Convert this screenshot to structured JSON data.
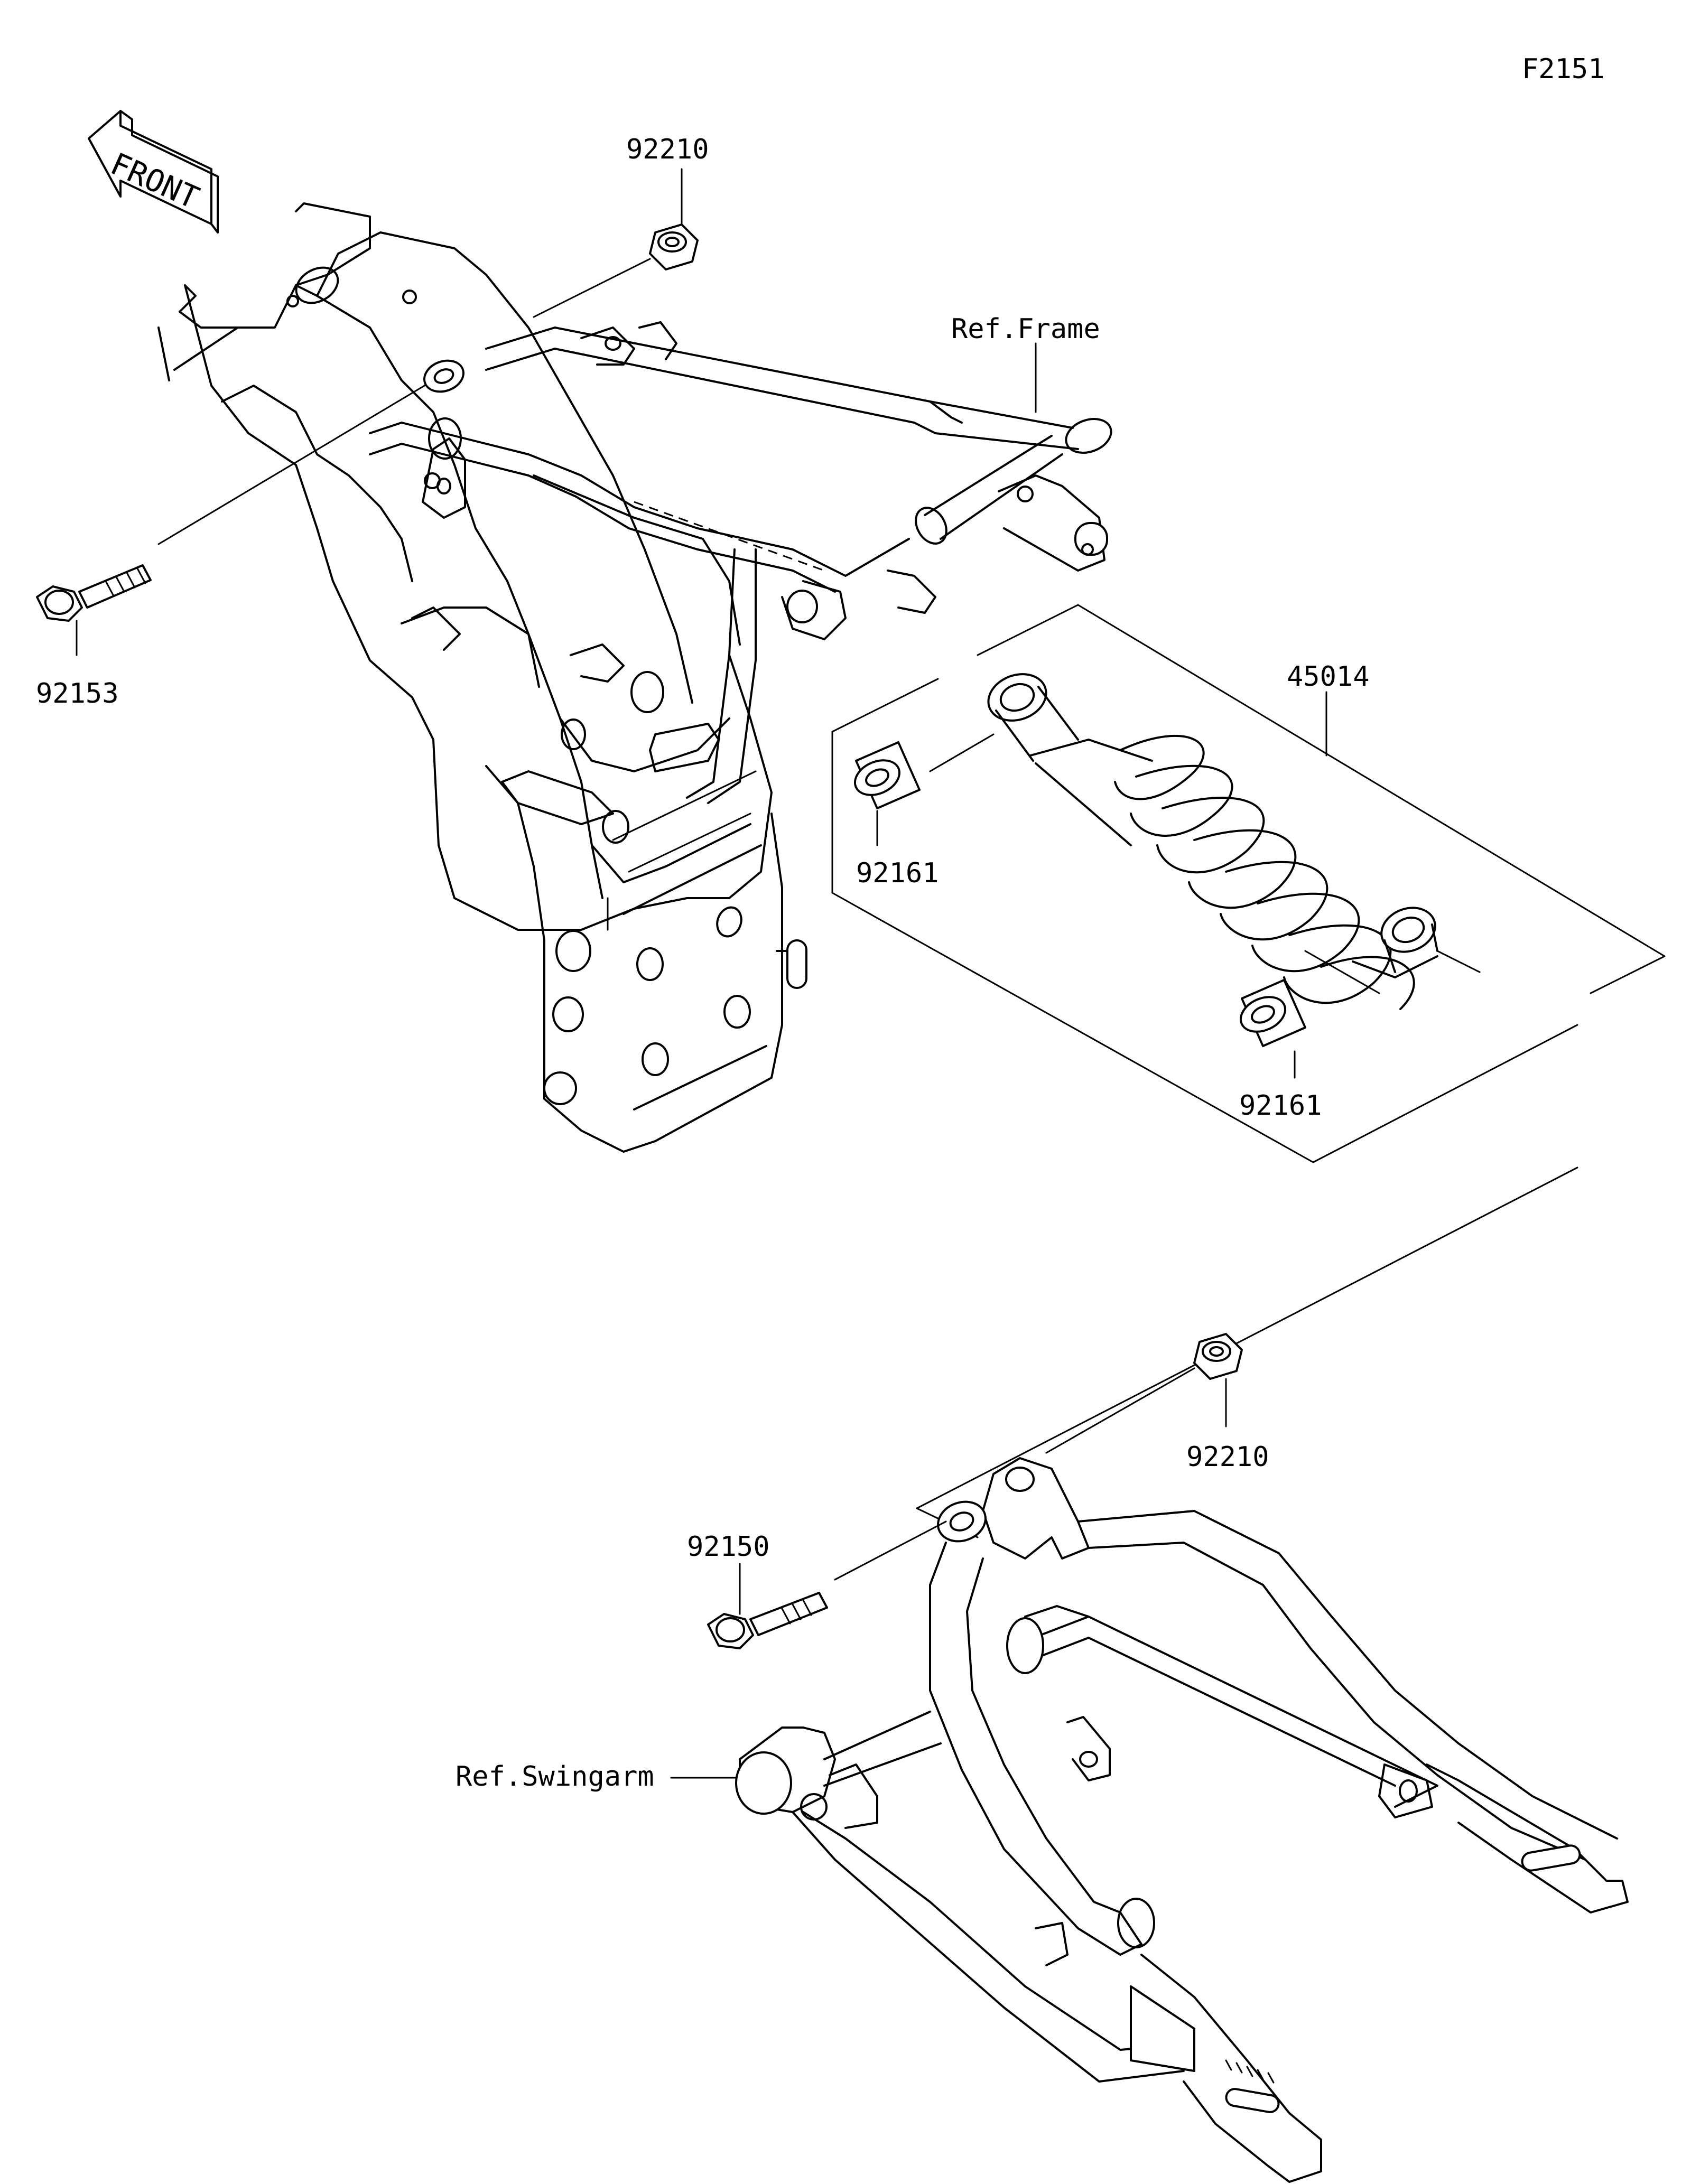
{
  "diagram": {
    "code": "F2151",
    "front_arrow": "FRONT",
    "labels": {
      "nut_top": "92210",
      "bolt_top": "92153",
      "frame_ref": "Ref.Frame",
      "shock": "45014",
      "bushing_upper": "92161",
      "bushing_lower": "92161",
      "nut_bottom": "92210",
      "bolt_bottom": "92150",
      "swingarm_ref": "Ref.Swingarm"
    }
  }
}
